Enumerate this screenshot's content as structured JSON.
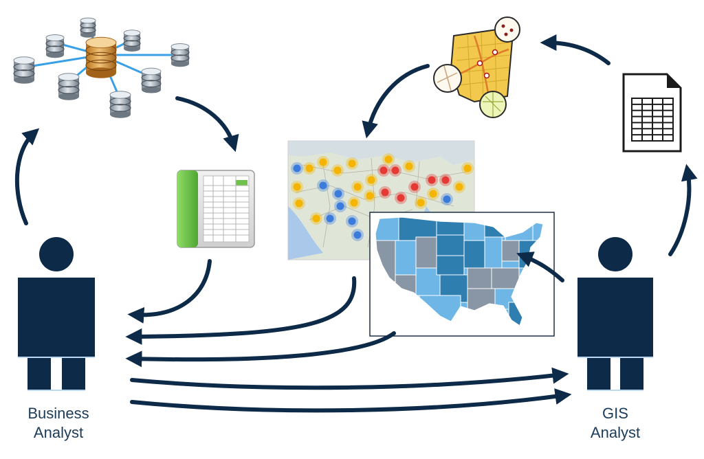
{
  "roles": {
    "business": {
      "line1": "Business",
      "line2": "Analyst"
    },
    "gis": {
      "line1": "GIS",
      "line2": "Analyst"
    }
  },
  "colors": {
    "arrow": "#0d2a48",
    "person": "#0d2a48",
    "label": "#1b3b5a",
    "spreadsheet_green": "#6cc24a",
    "marker_yellow": "#f4b400",
    "marker_red": "#e53935",
    "marker_blue": "#3b7bdc",
    "map_light_blue": "#6db6e6",
    "map_dark_blue": "#2e7eb0",
    "map_gray": "#8896a6",
    "street_map_yellow": "#f2c94c"
  },
  "icons": [
    "database-network-icon",
    "spreadsheet-icon",
    "cluster-map-icon",
    "choropleth-map-icon",
    "street-map-icon",
    "table-document-icon",
    "business-analyst-person-icon",
    "gis-analyst-person-icon"
  ]
}
